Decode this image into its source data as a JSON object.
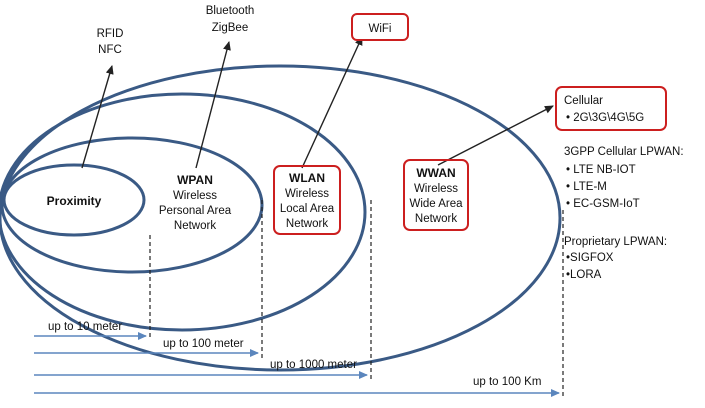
{
  "colors": {
    "ellipse": "#3a5a85",
    "red_box": "#cc1f1f",
    "arrow": "#222222",
    "range_arrow": "#5b86bd"
  },
  "labels": {
    "rfid": "RFID",
    "nfc": "NFC",
    "bluetooth": "Bluetooth",
    "zigbee": "ZigBee",
    "wifi": "WiFi",
    "proximity": "Proximity",
    "wpan_title": "WPAN",
    "wpan_line1": "Wireless",
    "wpan_line2": "Personal Area",
    "wpan_line3": "Network",
    "wlan_title": "WLAN",
    "wlan_line1": "Wireless",
    "wlan_line2": "Local Area",
    "wlan_line3": "Network",
    "wwan_title": "WWAN",
    "wwan_line1": "Wireless",
    "wwan_line2": "Wide Area",
    "wwan_line3": "Network"
  },
  "cellular": {
    "title": "Cellular",
    "item": "• 2G\\3G\\4G\\5G"
  },
  "lpwan_3gpp": {
    "title": "3GPP Cellular LPWAN:",
    "items": [
      "• LTE NB-IOT",
      "• LTE-M",
      "• EC-GSM-IoT"
    ]
  },
  "lpwan_proprietary": {
    "title": "Proprietary LPWAN:",
    "items": [
      "•SIGFOX",
      "•LORA"
    ]
  },
  "ranges": [
    "up to 10 meter",
    "up to 100 meter",
    "up to 1000 meter",
    "up to 100 Km"
  ]
}
